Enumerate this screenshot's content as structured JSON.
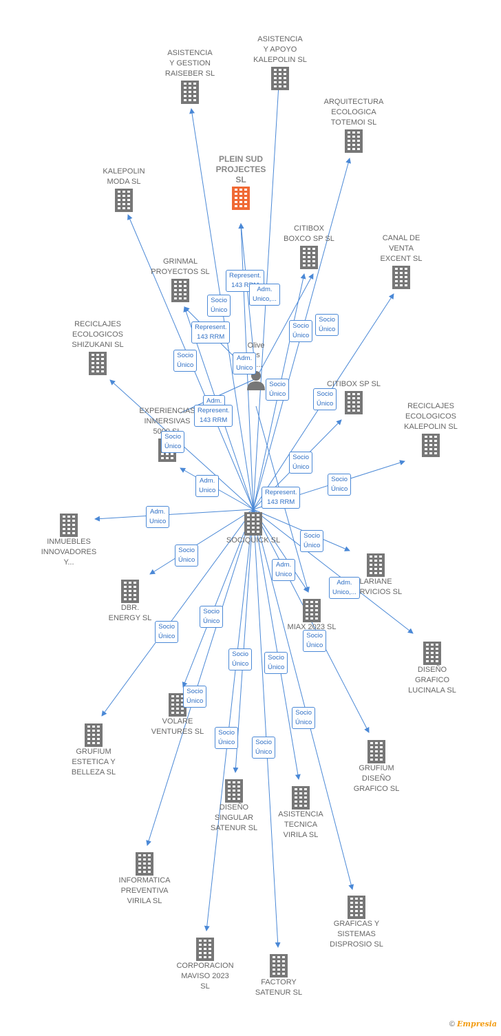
{
  "colors": {
    "edge": "#4a88d6",
    "building": "#777777",
    "focus": "#f06a35",
    "label": "#2f6fc4"
  },
  "center": {
    "name": "SOCIQUICK  SL",
    "icon": "building-icon"
  },
  "focus": {
    "name": "PLEIN SUD\nPROJECTES\nSL",
    "icon": "building-icon"
  },
  "person": {
    "name": "Olive\n   es\n   ro...",
    "icon": "person-icon"
  },
  "companies": [
    {
      "id": "asistencia-apoyo",
      "name": "ASISTENCIA\nY APOYO\nKALEPOLIN  SL"
    },
    {
      "id": "asistencia-gestion",
      "name": "ASISTENCIA\nY GESTION\nRAISEBER  SL"
    },
    {
      "id": "arquitectura",
      "name": "ARQUITECTURA\nECOLOGICA\nTOTEMOI  SL"
    },
    {
      "id": "kalepolin-moda",
      "name": "KALEPOLIN\nMODA  SL"
    },
    {
      "id": "citibox-boxco",
      "name": "CITIBOX\nBOXCO SP  SL"
    },
    {
      "id": "canal-venta",
      "name": "CANAL DE\nVENTA\nEXCENT  SL"
    },
    {
      "id": "grinmal",
      "name": "GRINMAL\nPROYECTOS  SL"
    },
    {
      "id": "reciclajes-shizukani",
      "name": "RECICLAJES\nECOLOGICOS\nSHIZUKANI  SL"
    },
    {
      "id": "citibox-sp",
      "name": "CITIBOX SP  SL"
    },
    {
      "id": "experiencias",
      "name": "EXPERIENCIAS\nINMERSIVAS\n5000  SL"
    },
    {
      "id": "reciclajes-kalepolin",
      "name": "RECICLAJES\nECOLOGICOS\nKALEPOLIN  SL"
    },
    {
      "id": "inmuebles",
      "name": "INMUEBLES\nINNOVADORES\nY..."
    },
    {
      "id": "lariane",
      "name": "LARIANE\nSERVICIOS  SL"
    },
    {
      "id": "dbr",
      "name": "DBR.\nENERGY  SL"
    },
    {
      "id": "miax",
      "name": "MIAX 2023  SL"
    },
    {
      "id": "diseno-lucinala",
      "name": "DISEÑO\nGRAFICO\nLUCINALA  SL"
    },
    {
      "id": "volare",
      "name": "VOLARE\nVENTURES  SL"
    },
    {
      "id": "grufium-estetica",
      "name": "GRUFIUM\nESTETICA Y\nBELLEZA  SL"
    },
    {
      "id": "grufium-diseno",
      "name": "GRUFIUM\nDISEÑO\nGRAFICO  SL"
    },
    {
      "id": "diseno-singular",
      "name": "DISEÑO\nSINGULAR\nSATENUR  SL"
    },
    {
      "id": "asistencia-tecnica",
      "name": "ASISTENCIA\nTECNICA\nVIRILA  SL"
    },
    {
      "id": "informatica",
      "name": "INFORMATICA\nPREVENTIVA\nVIRILA  SL"
    },
    {
      "id": "graficas",
      "name": "GRAFICAS Y\nSISTEMAS\nDISPROSIO  SL"
    },
    {
      "id": "corporacion",
      "name": "CORPORACION\nMAVISO 2023\nSL"
    },
    {
      "id": "factory",
      "name": "FACTORY\nSATENUR  SL"
    }
  ],
  "labels": [
    "Represent.\n143 RRM",
    "Adm.\nUnico,...",
    "Socio\nÚnico",
    "Represent.\n143 RRM",
    "Socio\nÚnico",
    "Socio\nÚnico",
    "Adm.\nUnico",
    "Socio\nÚnico",
    "Adm.",
    "Represent.\n143 RRM",
    "Socio\nÚnico",
    "Socio\nÚnico",
    "Socio\nÚnico",
    "Adm.\nUnico",
    "Socio\nÚnico",
    "Represent.\n143 RRM",
    "Adm.\nUnico",
    "Socio\nÚnico",
    "Socio\nÚnico",
    "Adm.\nUnico",
    "Adm.\nUnico,...",
    "Socio\nÚnico",
    "Socio\nÚnico",
    "Socio\nÚnico",
    "Socio\nÚnico",
    "Socio\nÚnico",
    "Socio\nÚnico",
    "Socio\nÚnico",
    "Socio\nÚnico",
    "Socio\nÚnico",
    "Socio\nÚnico"
  ],
  "brand": {
    "copyright": "©",
    "name": "Empresia"
  }
}
